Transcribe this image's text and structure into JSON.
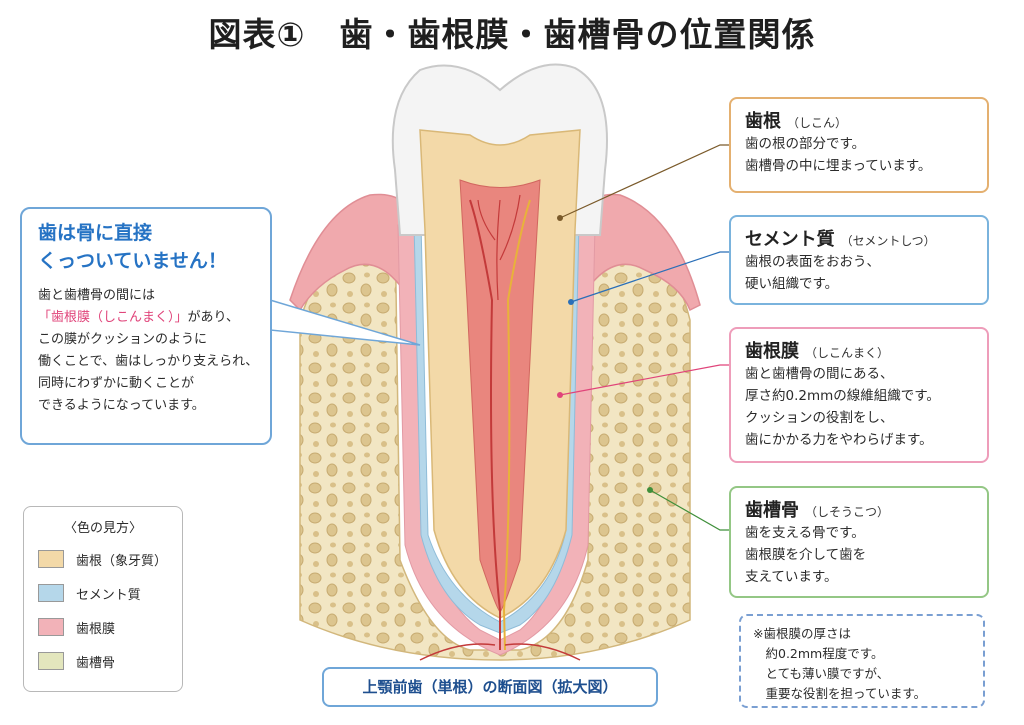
{
  "title": "図表①　歯・歯根膜・歯槽骨の位置関係",
  "colors": {
    "dentin": "#f3d9a8",
    "cementum": "#b5d7ea",
    "pdl": "#f2b2b8",
    "bone": "#f2e6c3",
    "enamel": "#f4f4f4",
    "pulp": "#e9867e"
  },
  "main_box": {
    "headline_1": "歯は骨に直接",
    "headline_2": "くっついていません！",
    "line_1": "歯と歯槽骨の間には",
    "line_2_highlight": "「歯根膜（しこんまく）」",
    "line_2_rest": "があり、",
    "line_3": "この膜がクッションのように",
    "line_4": "働くことで、歯はしっかり支えられ、",
    "line_5": "同時にわずかに動くことが",
    "line_6": "できるようになっています。"
  },
  "labels": {
    "root": {
      "title": "歯根",
      "reading": "（しこん）",
      "lines": [
        "歯の根の部分です。",
        "歯槽骨の中に埋まっています。"
      ]
    },
    "cementum": {
      "title": "セメント質",
      "reading": "（セメントしつ）",
      "lines": [
        "歯根の表面をおおう、",
        "硬い組織です。"
      ]
    },
    "pdl": {
      "title": "歯根膜",
      "reading": "（しこんまく）",
      "lines": [
        "歯と歯槽骨の間にある、",
        "厚さ約0.2mmの線維組織です。",
        "クッションの役割をし、",
        "歯にかかる力をやわらげます。"
      ]
    },
    "bone": {
      "title": "歯槽骨",
      "reading": "（しそうこつ）",
      "lines": [
        "歯を支える骨です。",
        "歯根膜を介して歯を",
        "支えています。"
      ]
    }
  },
  "note": {
    "lines": [
      "※歯根膜の厚さは",
      "　約0.2mm程度です。",
      "　とても薄い膜ですが、",
      "　重要な役割を担っています。"
    ]
  },
  "legend": {
    "title": "〈色の見方〉",
    "items": [
      {
        "label": "歯根（象牙質）",
        "color": "#f3d9a8"
      },
      {
        "label": "セメント質",
        "color": "#b5d7ea"
      },
      {
        "label": "歯根膜",
        "color": "#f2b2b8"
      },
      {
        "label": "歯槽骨",
        "color": "#e3e6bd"
      }
    ]
  },
  "caption": "上顎前歯（単根）の断面図（拡大図）"
}
